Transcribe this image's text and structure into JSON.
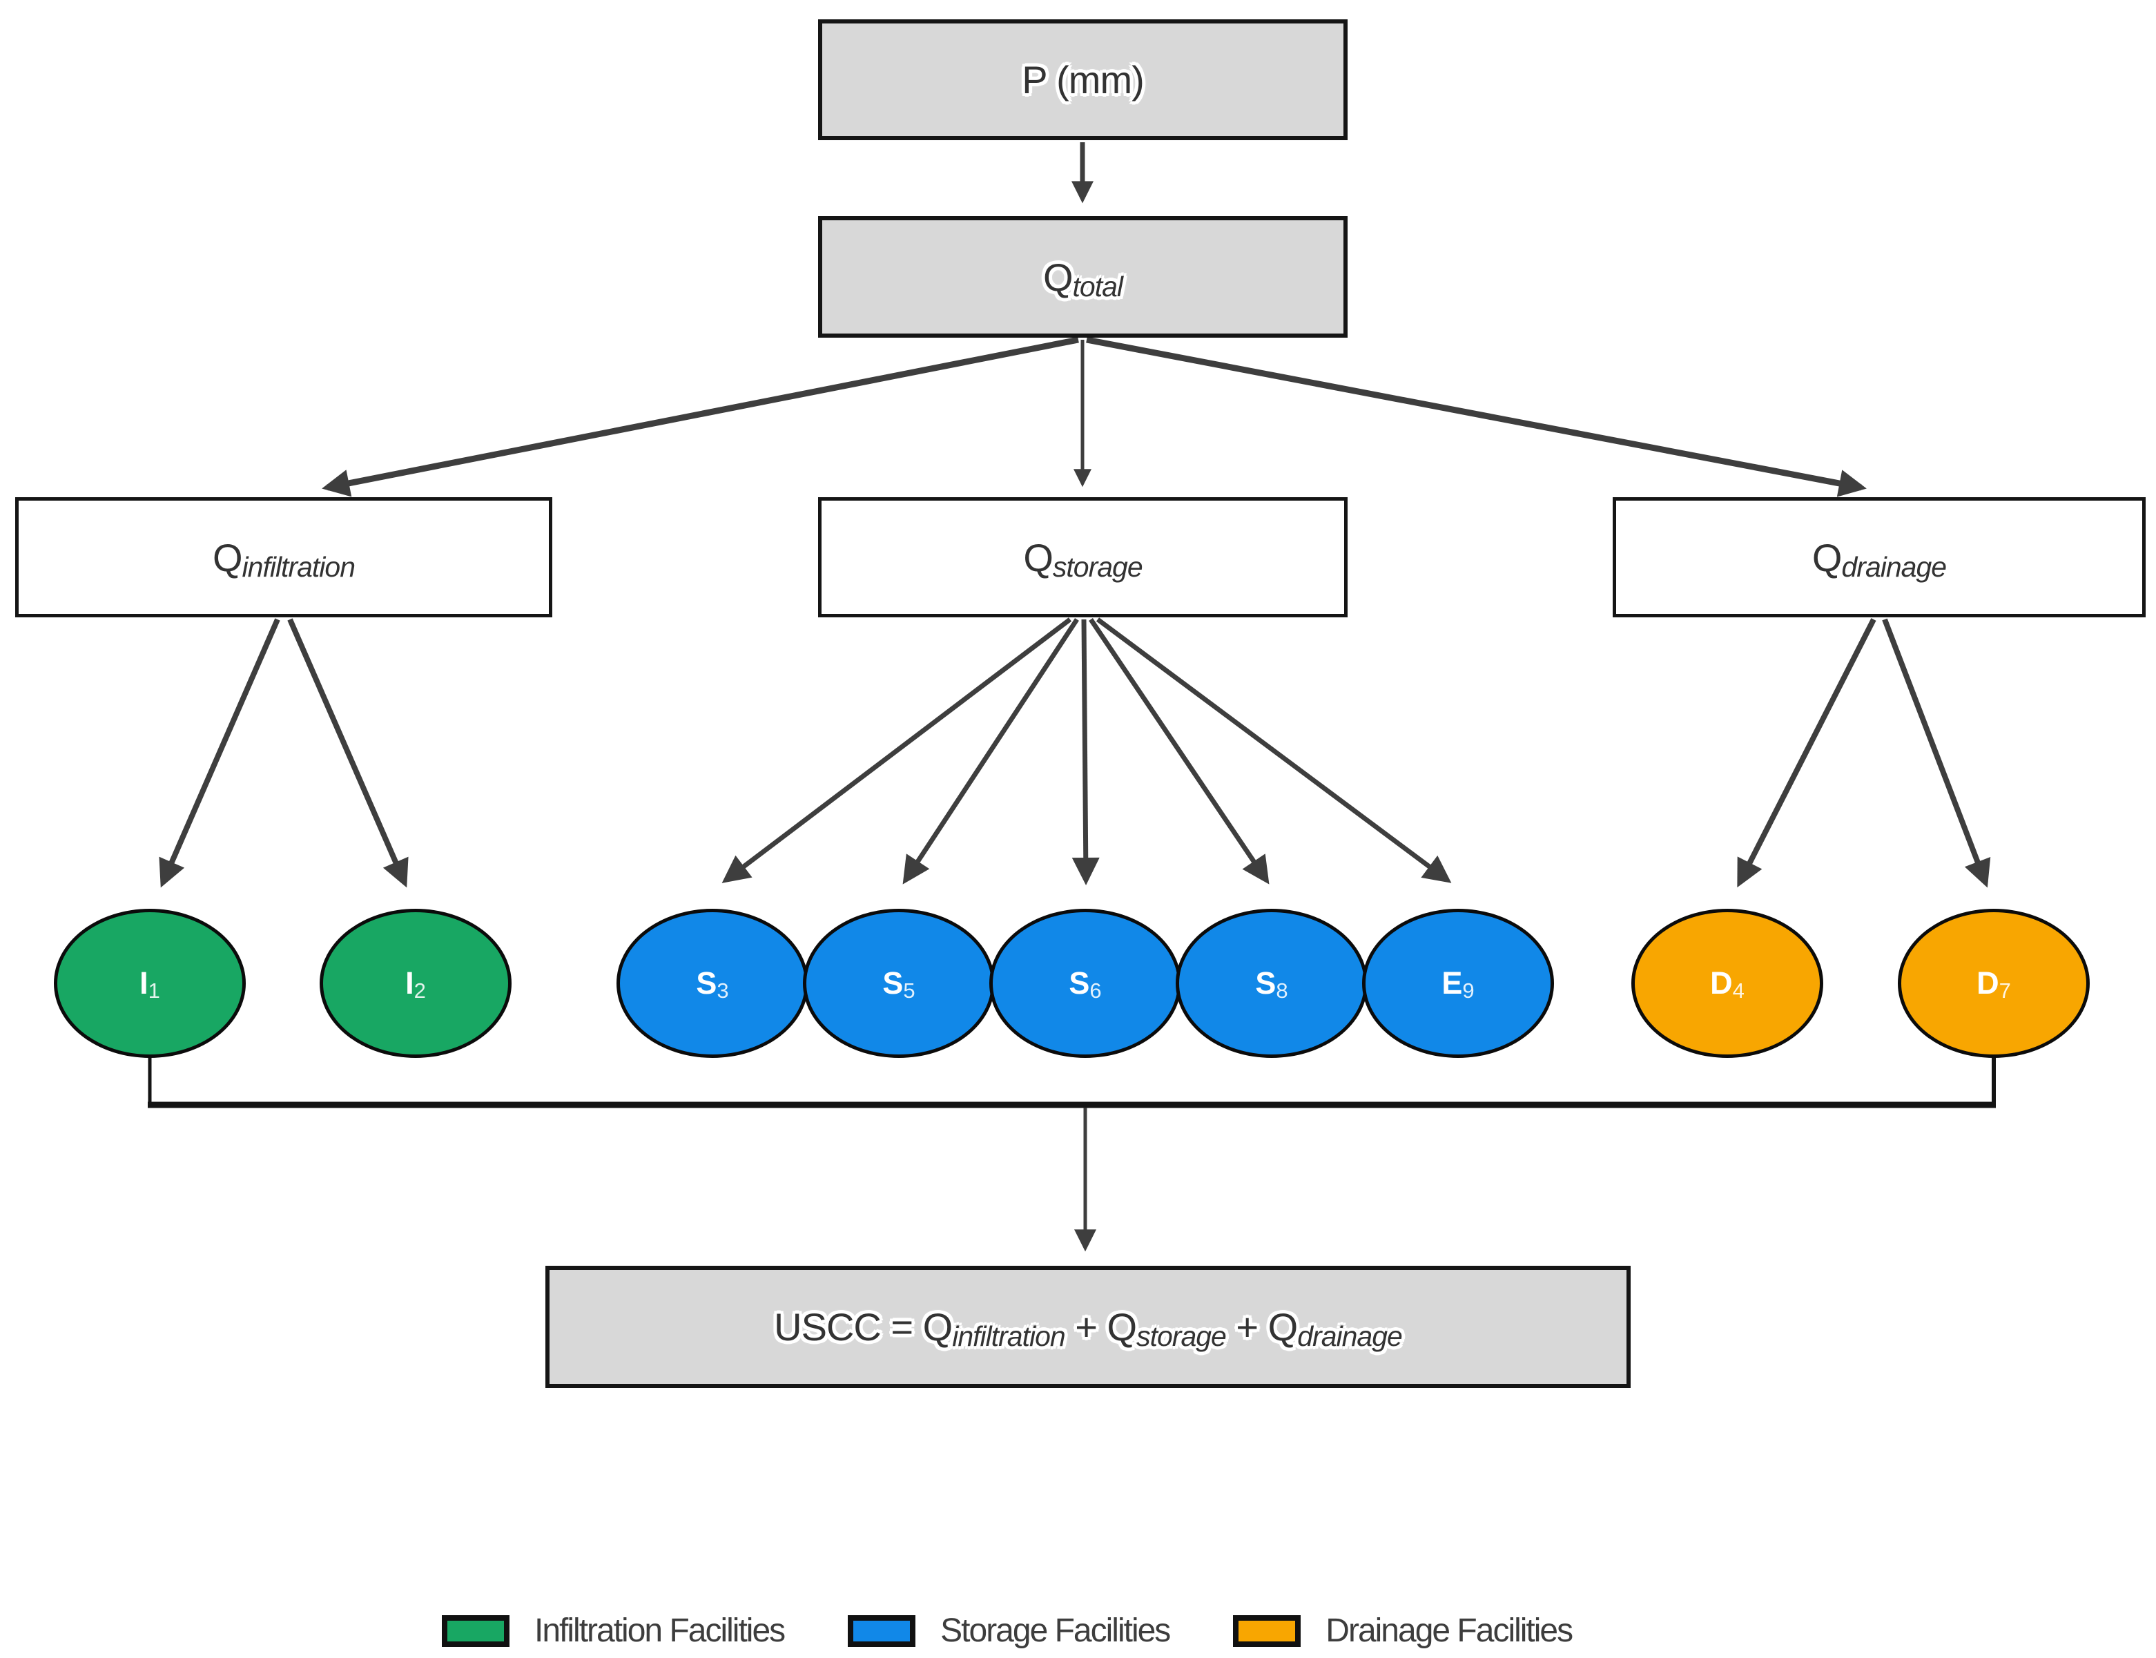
{
  "colors": {
    "box_fill_gray": "#D8D8D8",
    "box_border": "#151515",
    "infiltration_green": "#18A763",
    "storage_blue": "#1188E8",
    "drainage_orange": "#F8A601",
    "arrow_gray": "#3E3E3E",
    "connector_black": "#141414",
    "text_dark": "#333333"
  },
  "nodes": {
    "precipitation": {
      "label": "P (mm)"
    },
    "q_total": {
      "base": "Q",
      "sub": "total"
    },
    "q_infiltration": {
      "base": "Q",
      "sub": "infiltration"
    },
    "q_storage": {
      "base": "Q",
      "sub": "storage"
    },
    "q_drainage": {
      "base": "Q",
      "sub": "drainage"
    },
    "uscc": {
      "p1": "USCC = Q",
      "sub1": "infiltration",
      "p2": " + Q",
      "sub2": "storage",
      "p3": " + Q",
      "sub3": "drainage"
    }
  },
  "facilities": [
    {
      "base": "I",
      "sub": "1",
      "type": "infiltration"
    },
    {
      "base": "I",
      "sub": "2",
      "type": "infiltration"
    },
    {
      "base": "S",
      "sub": "3",
      "type": "storage"
    },
    {
      "base": "S",
      "sub": "5",
      "type": "storage"
    },
    {
      "base": "S",
      "sub": "6",
      "type": "storage"
    },
    {
      "base": "S",
      "sub": "8",
      "type": "storage"
    },
    {
      "base": "E",
      "sub": "9",
      "type": "storage"
    },
    {
      "base": "D",
      "sub": "4",
      "type": "drainage"
    },
    {
      "base": "D",
      "sub": "7",
      "type": "drainage"
    }
  ],
  "legend": [
    {
      "label": "Infiltration Facilities",
      "color": "#18A763"
    },
    {
      "label": "Storage Facilities",
      "color": "#1188E8"
    },
    {
      "label": "Drainage Facilities",
      "color": "#F8A601"
    }
  ]
}
